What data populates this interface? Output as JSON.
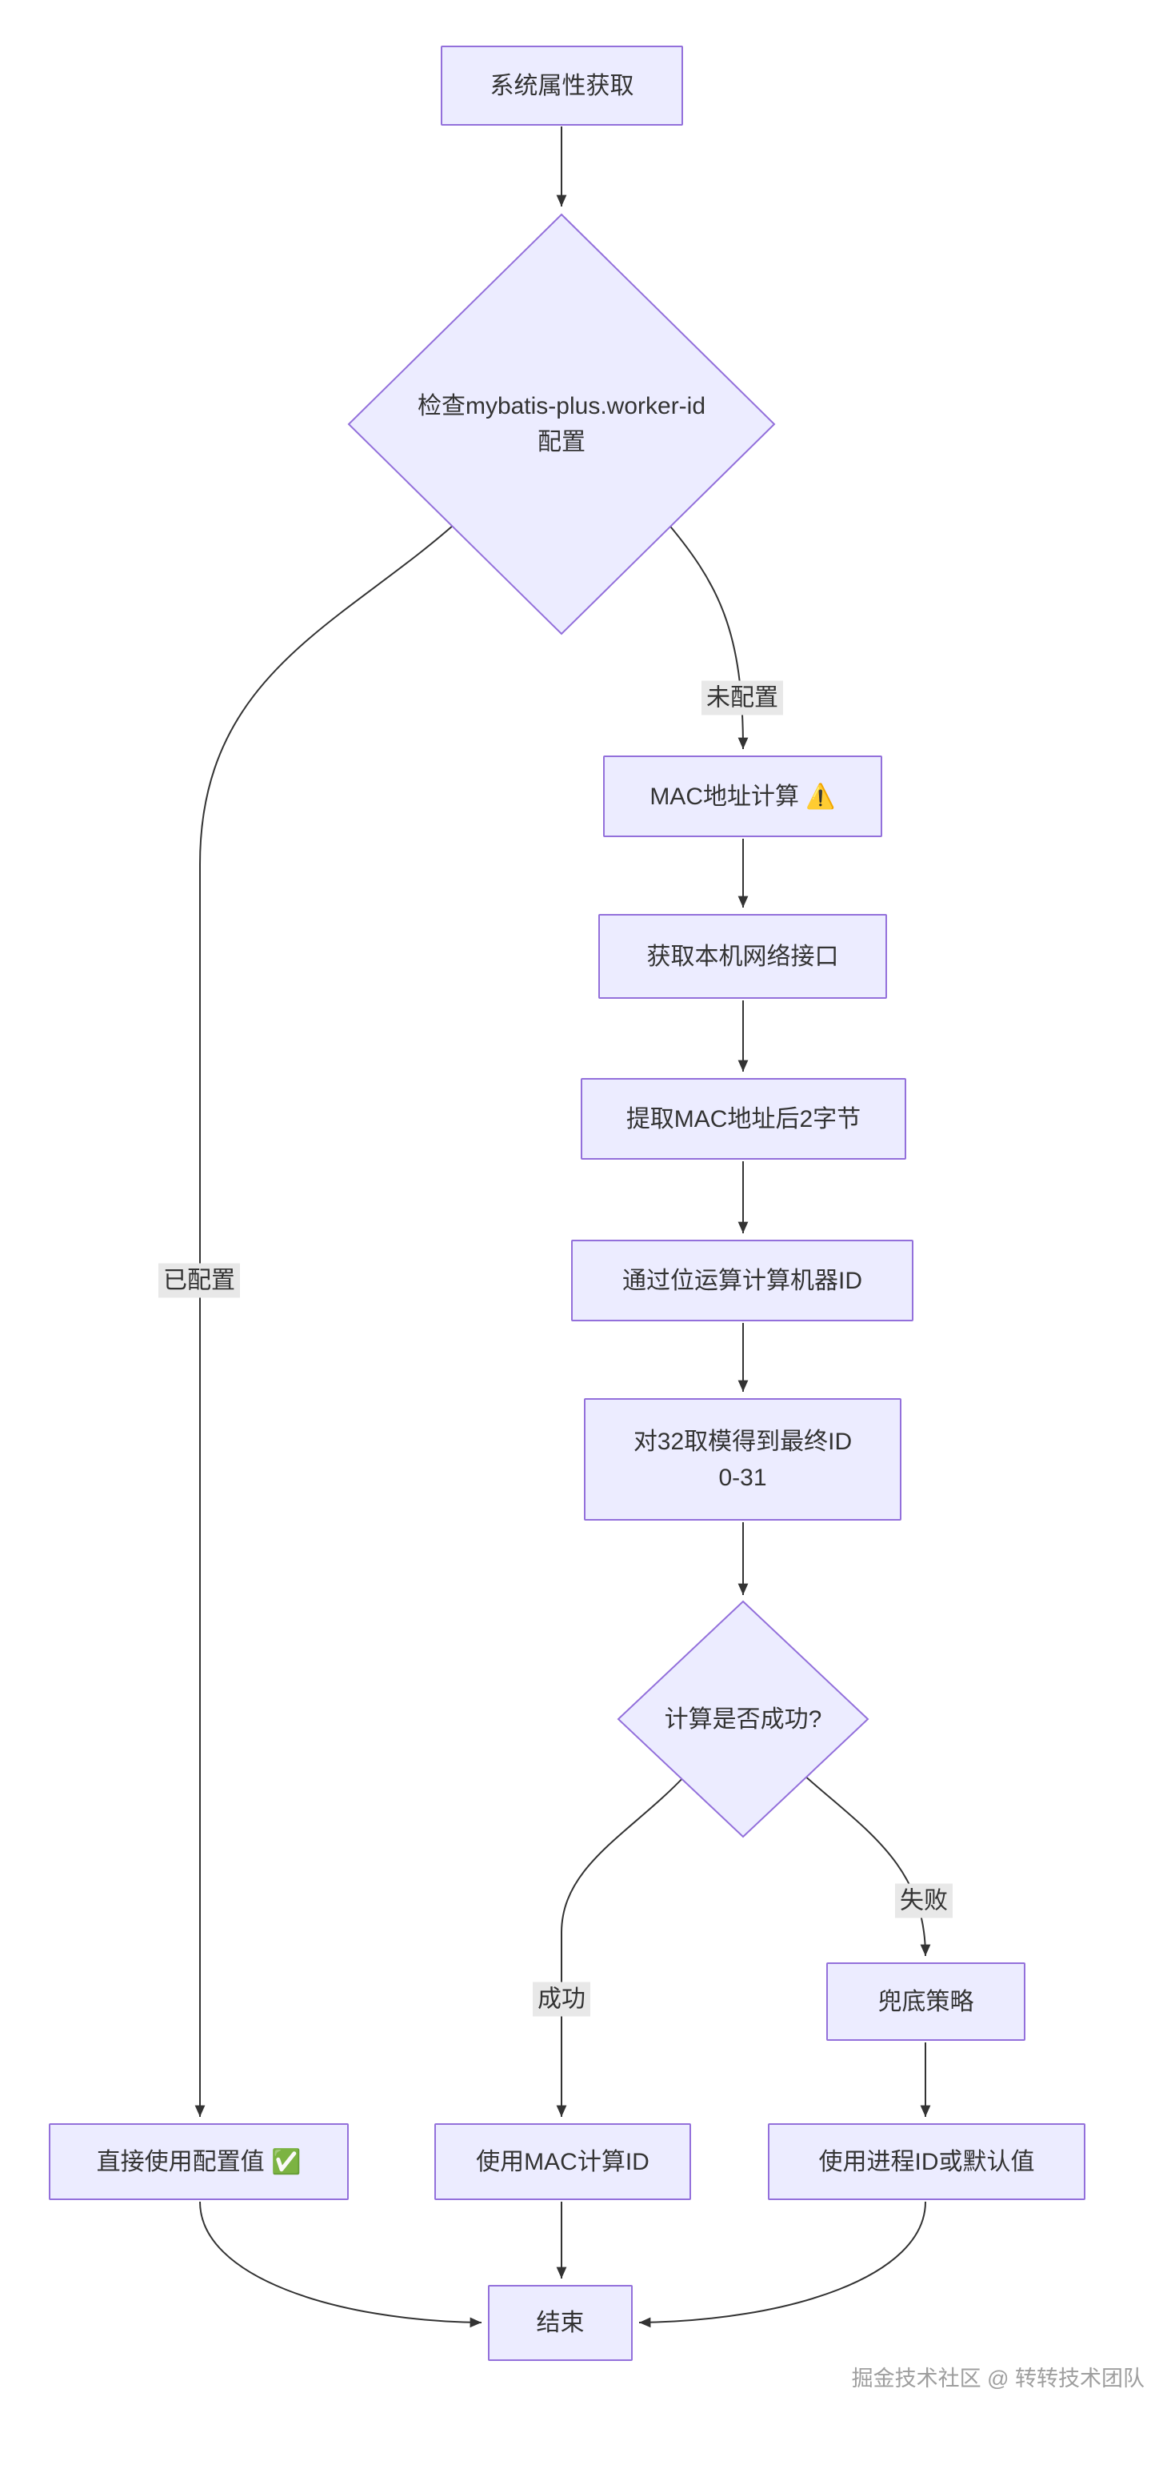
{
  "diagram": {
    "type": "flowchart",
    "nodes": {
      "start": {
        "label": "系统属性获取"
      },
      "check": {
        "line1": "检查mybatis-plus.worker-id",
        "line2": "配置",
        "shape": "diamond"
      },
      "mac": {
        "label": "MAC地址计算 ⚠️"
      },
      "iface": {
        "label": "获取本机网络接口"
      },
      "extract": {
        "label": "提取MAC地址后2字节"
      },
      "bitops": {
        "label": "通过位运算计算机器ID"
      },
      "mod32": {
        "line1": "对32取模得到最终ID",
        "line2": "0-31"
      },
      "success": {
        "label": "计算是否成功?",
        "shape": "diamond"
      },
      "fallback": {
        "label": "兜底策略"
      },
      "useConfig": {
        "label": "直接使用配置值 ✅"
      },
      "useMac": {
        "label": "使用MAC计算ID"
      },
      "usePid": {
        "label": "使用进程ID或默认值"
      },
      "end": {
        "label": "结束"
      }
    },
    "edges": {
      "configured": "已配置",
      "notConfigured": "未配置",
      "success": "成功",
      "fail": "失败"
    },
    "edge_list": [
      {
        "from": "start",
        "to": "check",
        "label": ""
      },
      {
        "from": "check",
        "to": "useConfig",
        "label": "已配置"
      },
      {
        "from": "check",
        "to": "mac",
        "label": "未配置"
      },
      {
        "from": "mac",
        "to": "iface",
        "label": ""
      },
      {
        "from": "iface",
        "to": "extract",
        "label": ""
      },
      {
        "from": "extract",
        "to": "bitops",
        "label": ""
      },
      {
        "from": "bitops",
        "to": "mod32",
        "label": ""
      },
      {
        "from": "mod32",
        "to": "success",
        "label": ""
      },
      {
        "from": "success",
        "to": "useMac",
        "label": "成功"
      },
      {
        "from": "success",
        "to": "fallback",
        "label": "失败"
      },
      {
        "from": "fallback",
        "to": "usePid",
        "label": ""
      },
      {
        "from": "useConfig",
        "to": "end",
        "label": ""
      },
      {
        "from": "useMac",
        "to": "end",
        "label": ""
      },
      {
        "from": "usePid",
        "to": "end",
        "label": ""
      }
    ],
    "watermark": "掘金技术社区 @ 转转技术团队"
  },
  "colors": {
    "node-fill": "#ECECFF",
    "node-stroke": "#9370DB",
    "edge": "#333333",
    "label-bg": "#e8e8e8",
    "text": "#333333",
    "watermark": "#9e9e9e"
  }
}
